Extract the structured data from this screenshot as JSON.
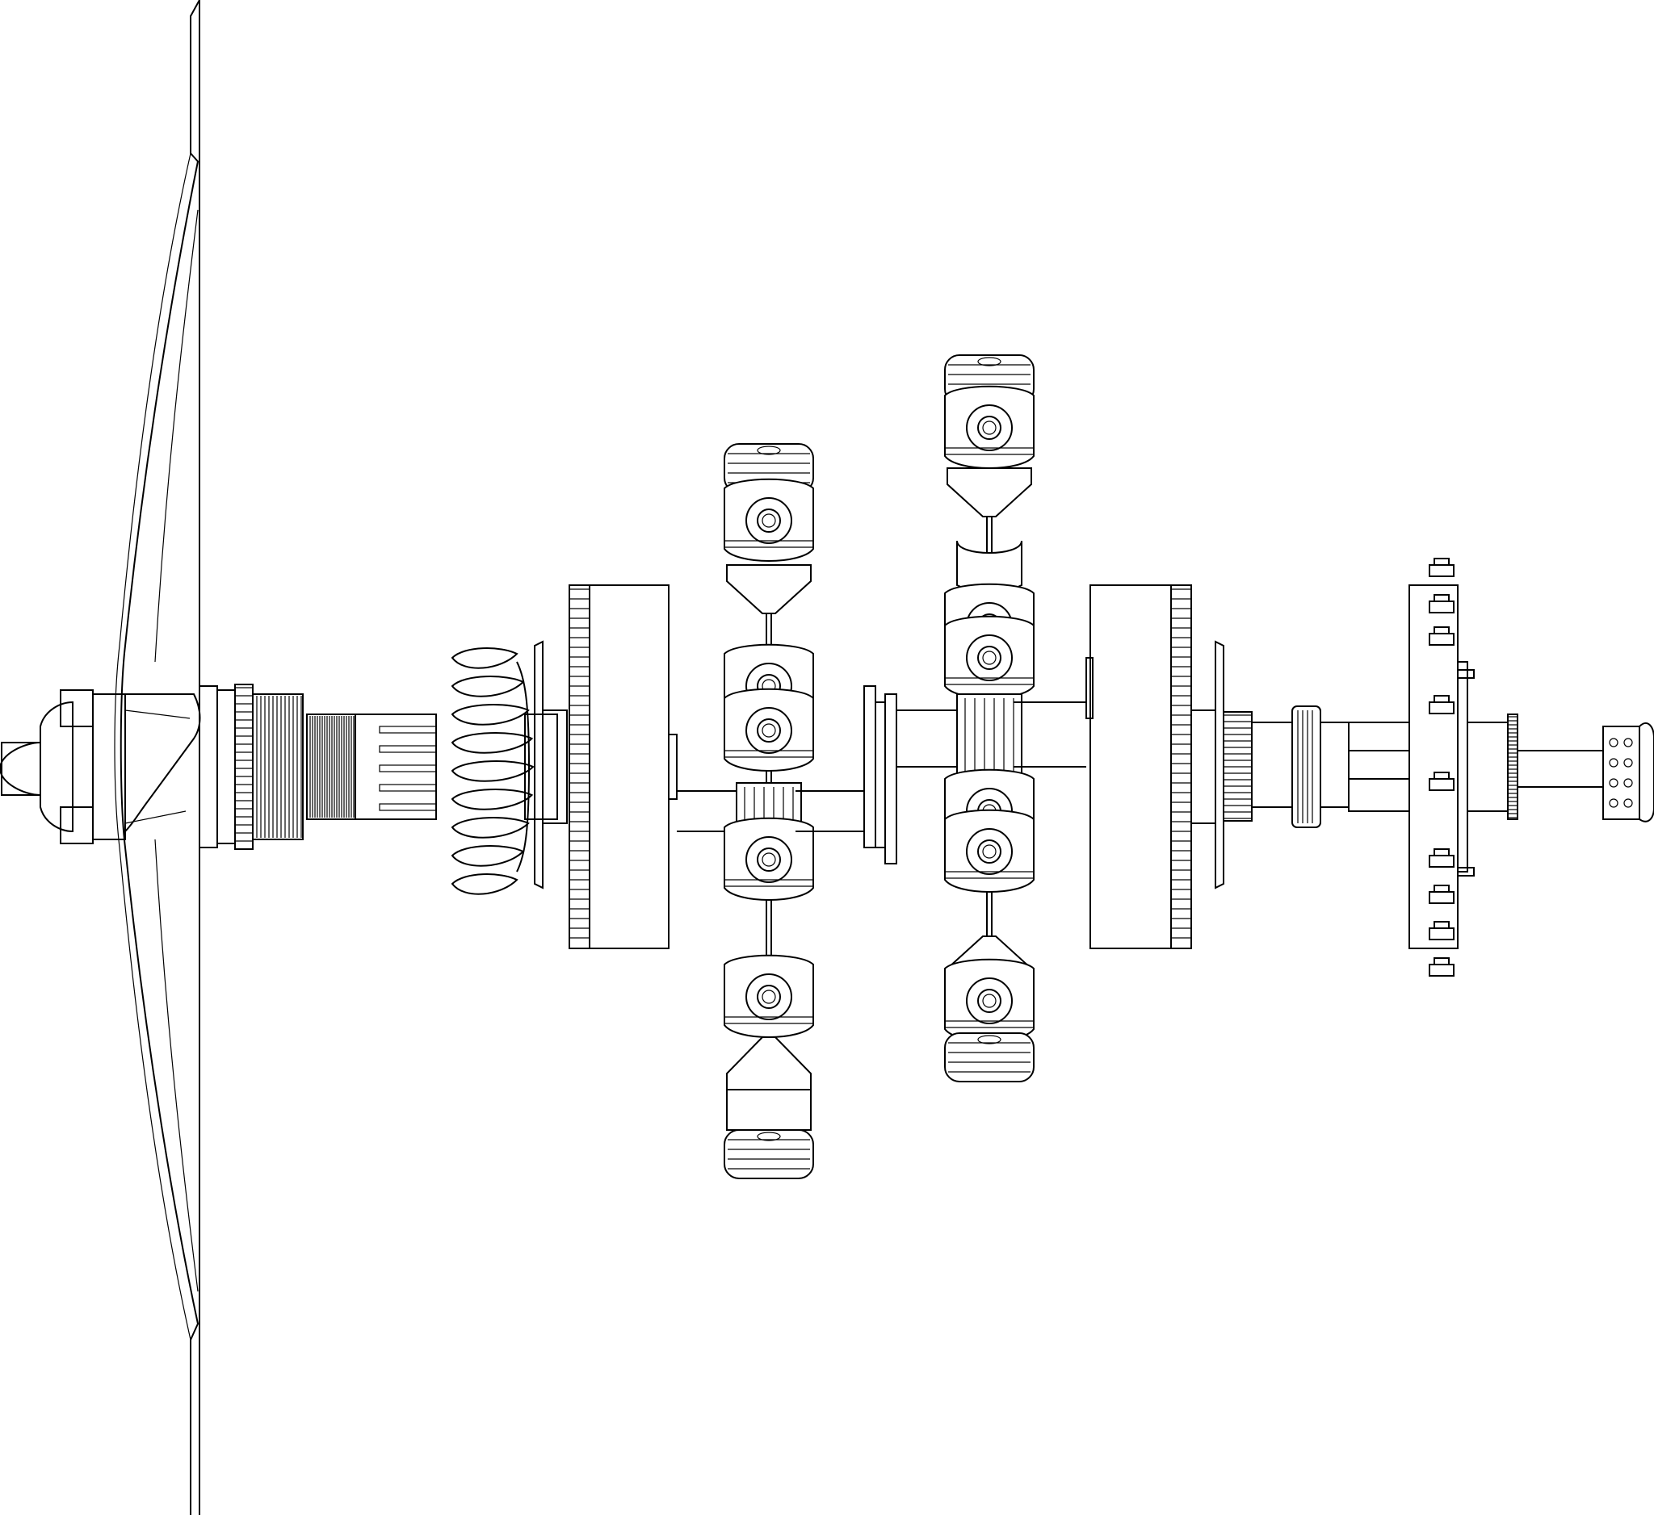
{
  "diagram": {
    "kind": "exploded line drawing",
    "colors": {
      "line": "#000000",
      "background": "#ffffff"
    },
    "parts": [
      "propeller",
      "spinner",
      "hub",
      "reduction-gear",
      "shaft",
      "front-crankcase",
      "cylinder-bank-front",
      "coupling",
      "cylinder-bank-rear",
      "rear-crankcase",
      "accessory-drive",
      "mounting-plate",
      "tail-cap"
    ]
  }
}
